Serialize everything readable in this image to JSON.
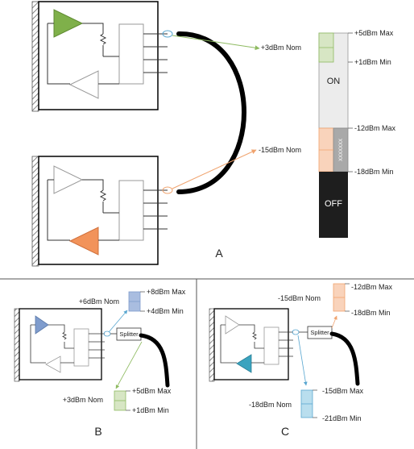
{
  "colors": {
    "green_amp": "#7fb04a",
    "green_fill": "#d7e6c4",
    "green_line": "#8fbb62",
    "orange_amp": "#f2935a",
    "orange_fill": "#f9d3bb",
    "orange_line": "#f0a36e",
    "blue_amp": "#7f9ccd",
    "blue_fill": "#a9bde0",
    "teal_amp": "#3aa3bf",
    "lightblue_fill": "#b9deee",
    "lightblue_line": "#5aa7d0",
    "on_fill": "#ececec",
    "off_fill": "#1e1e1e",
    "gray_band": "#a9a9a9"
  },
  "panel_a": {
    "label": "A",
    "scale": {
      "plus5_max": "+5dBm Max",
      "plus1_min": "+1dBm Min",
      "minus12_max": "-12dBm Max",
      "minus18_min": "-18dBm Min",
      "on_label": "ON",
      "off_label": "OFF",
      "vertical_text": "XXXXXXX"
    },
    "nom_green": "+3dBm Nom",
    "nom_orange": "-15dBm Nom"
  },
  "panel_b": {
    "label": "B",
    "splitter": "Splitter",
    "top_nom": "+6dBm Nom",
    "top_max": "+8dBm Max",
    "top_min": "+4dBm Min",
    "bottom_nom": "+3dBm Nom",
    "bottom_max": "+5dBm Max",
    "bottom_min": "+1dBm Min"
  },
  "panel_c": {
    "label": "C",
    "splitter": "Splitter",
    "top_nom": "-15dBm Nom",
    "top_max": "-12dBm Max",
    "top_min": "-18dBm Min",
    "bottom_nom": "-18dBm Nom",
    "bottom_max": "-15dBm Max",
    "bottom_min": "-21dBm Min"
  }
}
